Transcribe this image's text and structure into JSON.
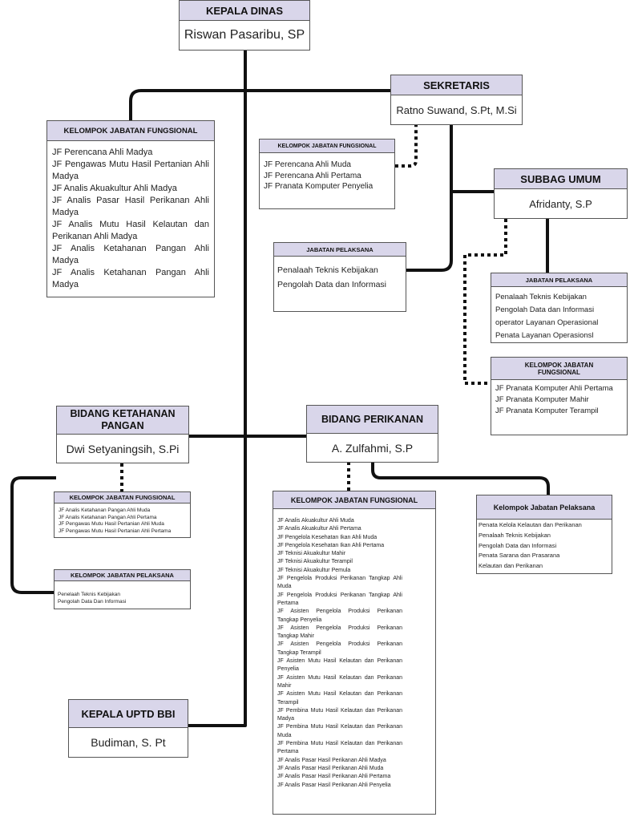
{
  "kepala_dinas": {
    "title": "KEPALA DINAS",
    "name": "Riswan Pasaribu, SP"
  },
  "sekretaris": {
    "title": "SEKRETARIS",
    "name": "Ratno Suwand, S.Pt, M.Si"
  },
  "sekretariat_kjf": {
    "title": "KELOMPOK JABATAN FUNGSIONAL",
    "items": [
      "JF  Perencana Ahli Muda",
      "JF Perencana Ahli Pertama",
      "JF Pranata Komputer Penyelia"
    ]
  },
  "sekretariat_jp": {
    "title": "JABATAN PELAKSANA",
    "items": [
      "Penalaah Teknis Kebijakan",
      "Pengolah Data dan Informasi"
    ]
  },
  "left_kjf": {
    "title": "KELOMPOK JABATAN FUNGSIONAL",
    "items": [
      "JF Perencana Ahli Madya",
      "JF Pengawas Mutu Hasil Pertanian Ahli Madya",
      "JF Analis Akuakultur Ahli Madya",
      "JF Analis Pasar Hasil Perikanan Ahli Madya",
      "JF Analis Mutu Hasil Kelautan dan Perikanan Ahli Madya",
      "JF Analis Ketahanan Pangan Ahli Madya",
      "JF Analis Ketahanan Pangan Ahli Madya"
    ]
  },
  "subbag_umum": {
    "title": "SUBBAG UMUM",
    "name": "Afridanty, S.P"
  },
  "subbag_jp": {
    "title": "JABATAN PELAKSANA",
    "items": [
      "Penalaah Teknis Kebijakan",
      "Pengolah Data dan Informasi",
      "operator Layanan Operasional",
      "Penata Layanan Operasionsl"
    ]
  },
  "subbag_kjf": {
    "title": "KELOMPOK JABATAN FUNGSIONAL",
    "items": [
      "JF Pranata Komputer Ahli Pertama",
      "JF Pranata Komputer Mahir",
      "JF Pranata Komputer Terampil"
    ]
  },
  "bidang_ketahanan": {
    "title": "BIDANG KETAHANAN PANGAN",
    "name": "Dwi Setyaningsih, S.Pi"
  },
  "ketahanan_kjf": {
    "title": "KELOMPOK JABATAN FUNGSIONAL",
    "items": [
      "JF Analis Ketahanan Pangan Ahli Muda",
      "JF Analis Ketahanan Pangan Ahli Pertama",
      "JF Pengawas Mutu Hasil Pertanian Ahli Muda",
      "JF Pengawas Mutu Hasil Pertanian Ahli Pertama"
    ]
  },
  "ketahanan_jp": {
    "title": "KELOMPOK JABATAN PELAKSANA",
    "items": [
      "Penelaah Teknis Kebijakan",
      "Pengolah Data Dan Informasi"
    ]
  },
  "bidang_perikanan": {
    "title": "BIDANG PERIKANAN",
    "name": "A. Zulfahmi, S.P"
  },
  "perikanan_kjf": {
    "title": "KELOMPOK JABATAN FUNGSIONAL",
    "items": [
      "JF  Analis Akuakultur Ahli Muda",
      "JF Analis Akuakultur Ahli Pertama",
      "JF Pengelola Kesehatan Ikan Ahli Muda",
      "JF Pengelola Kesehatan Ikan Ahli Pertama",
      "JF Teknisi Akuakultur Mahir",
      "JF Teknisi Akuakultur Terampil",
      "JF Teknisi Akuakultur Pemula",
      "JF Pengelola Produksi Perikanan Tangkap Ahli Muda",
      "JF Pengelola Produksi Perikanan Tangkap Ahli Pertama",
      "JF Asisten Pengelola Produksi Perikanan Tangkap Penyelia",
      "JF Asisten Pengelola Produksi Perikanan Tangkap Mahir",
      "JF Asisten Pengelola Produksi Perikanan Tangkap Terampil",
      "JF Asisten Mutu Hasil Kelautan dan Perikanan Penyelia",
      "JF Asisten Mutu Hasil Kelautan dan Perikanan Mahir",
      "JF Asisten Mutu Hasil Kelautan dan Perikanan Terampil",
      "JF Pembina Mutu Hasil Kelautan dan Perikanan Madya",
      "JF Pembina Mutu Hasil Kelautan dan Perikanan Muda",
      "JF Pembina Mutu Hasil Kelautan dan Perikanan Pertama",
      "JF Analis Pasar Hasil Perikanan Ahli Madya",
      "JF Analis Pasar Hasil Perikanan Ahli Muda",
      "JF Analis Pasar Hasil Perikanan Ahli Pertama",
      "JF Analis Pasar Hasil Perikanan Ahli Penyelia"
    ]
  },
  "perikanan_jp": {
    "title": "Kelompok Jabatan Pelaksana",
    "items": [
      "Penata Kelola Kelautan dan Perikanan",
      "Penalaah Teknis Kebijakan",
      "Pengolah Data dan Informasi",
      "Penata Sarana dan Prasarana",
      "Kelautan dan Perikanan"
    ]
  },
  "kepala_uptd": {
    "title": "KEPALA UPTD BBI",
    "name": "Budiman, S. Pt"
  }
}
